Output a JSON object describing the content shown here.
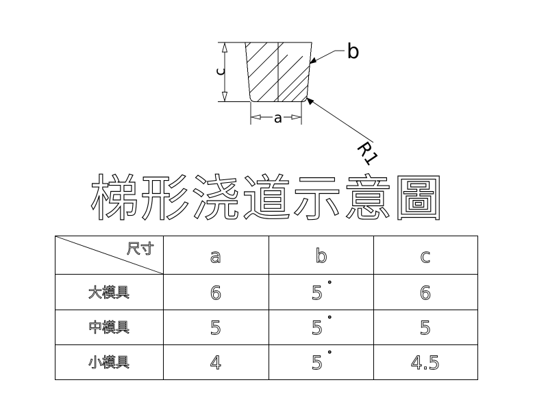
{
  "figure": {
    "title": "梯形浇道示意圖",
    "title_translation_note": "Trapezoidal Runner Schematic Diagram",
    "labels": {
      "height_dim": "c",
      "width_dim": "a",
      "side_leader": "b",
      "radius_leader": "R1"
    }
  },
  "table": {
    "corner_header": "尺寸",
    "columns": [
      "a",
      "b",
      "c"
    ],
    "rows": [
      {
        "label": "大模具",
        "a": "6",
        "b": "5",
        "b_unit": "°",
        "c": "6"
      },
      {
        "label": "中模具",
        "a": "5",
        "b": "5",
        "b_unit": "°",
        "c": "5"
      },
      {
        "label": "小模具",
        "a": "4",
        "b": "5",
        "b_unit": "°",
        "c": "4.5"
      }
    ]
  },
  "colors": {
    "background": "#ffffff",
    "ink": "#000000"
  }
}
